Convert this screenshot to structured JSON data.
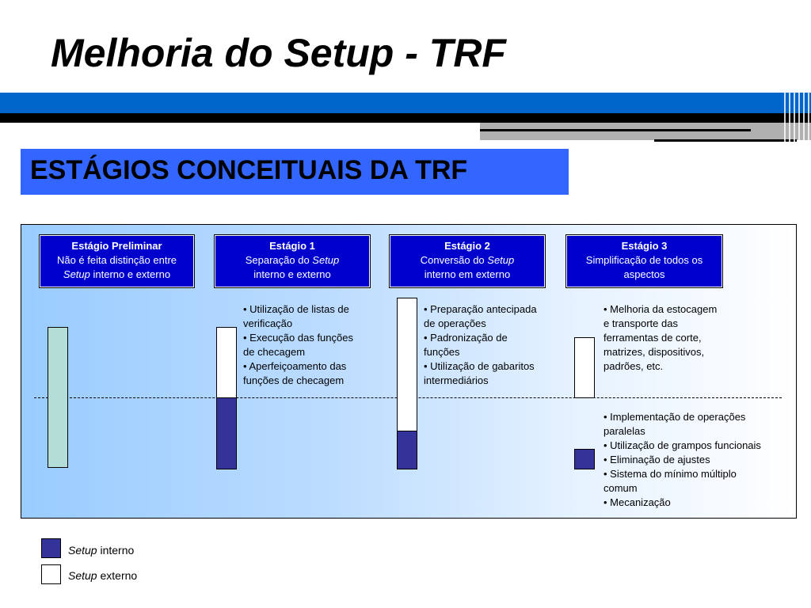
{
  "title": "Melhoria do Setup - TRF",
  "subtitle": "ESTÁGIOS CONCEITUAIS DA TRF",
  "stages": [
    {
      "title": "Estágio Preliminar",
      "line1": "Não é feita distinção entre",
      "line2_italic": "Setup",
      "line2_rest": " interno e externo"
    },
    {
      "title": "Estágio 1",
      "line1_pre": "Separação do ",
      "line1_italic": "Setup",
      "line2": "interno e externo"
    },
    {
      "title": "Estágio 2",
      "line1_pre": "Conversão do ",
      "line1_italic": "Setup",
      "line2": "interno em externo"
    },
    {
      "title": "Estágio 3",
      "line1": "Simplificação de todos os",
      "line2": "aspectos"
    }
  ],
  "bullets_stage1": [
    "• Utilização de listas de",
    "verificação",
    "• Execução das funções",
    "de checagem",
    "• Aperfeiçoamento das",
    "funções de checagem"
  ],
  "bullets_stage2": [
    "• Preparação antecipada",
    "de operações",
    "• Padronização de",
    "funções",
    "• Utilização de gabaritos",
    "intermediários"
  ],
  "bullets_stage3_top": [
    "• Melhoria da estocagem",
    "e transporte das",
    "ferramentas de corte,",
    "matrizes, dispositivos,",
    "padrões, etc."
  ],
  "bullets_stage3_bottom": [
    "• Implementação de operações",
    "paralelas",
    "• Utilização de grampos funcionais",
    "• Eliminação de ajustes",
    "• Sistema do mínimo múltiplo",
    "comum",
    "• Mecanização"
  ],
  "legend": {
    "internal_italic": "Setup",
    "internal_rest": " interno",
    "external_italic": "Setup",
    "external_rest": " externo"
  },
  "colors": {
    "stage_box": "#0000cc",
    "internal": "#333399",
    "external": "#ffffff",
    "preliminary": "#b4ddd8",
    "subtitle_bg": "#3366ff",
    "accent_bar": "#0066cc"
  }
}
